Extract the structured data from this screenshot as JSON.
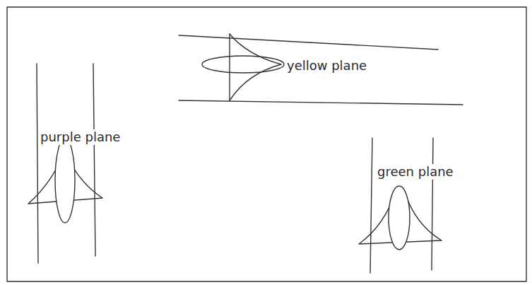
{
  "diagram": {
    "labels": [
      "yellow plane",
      "purple plane",
      "green plane"
    ]
  }
}
